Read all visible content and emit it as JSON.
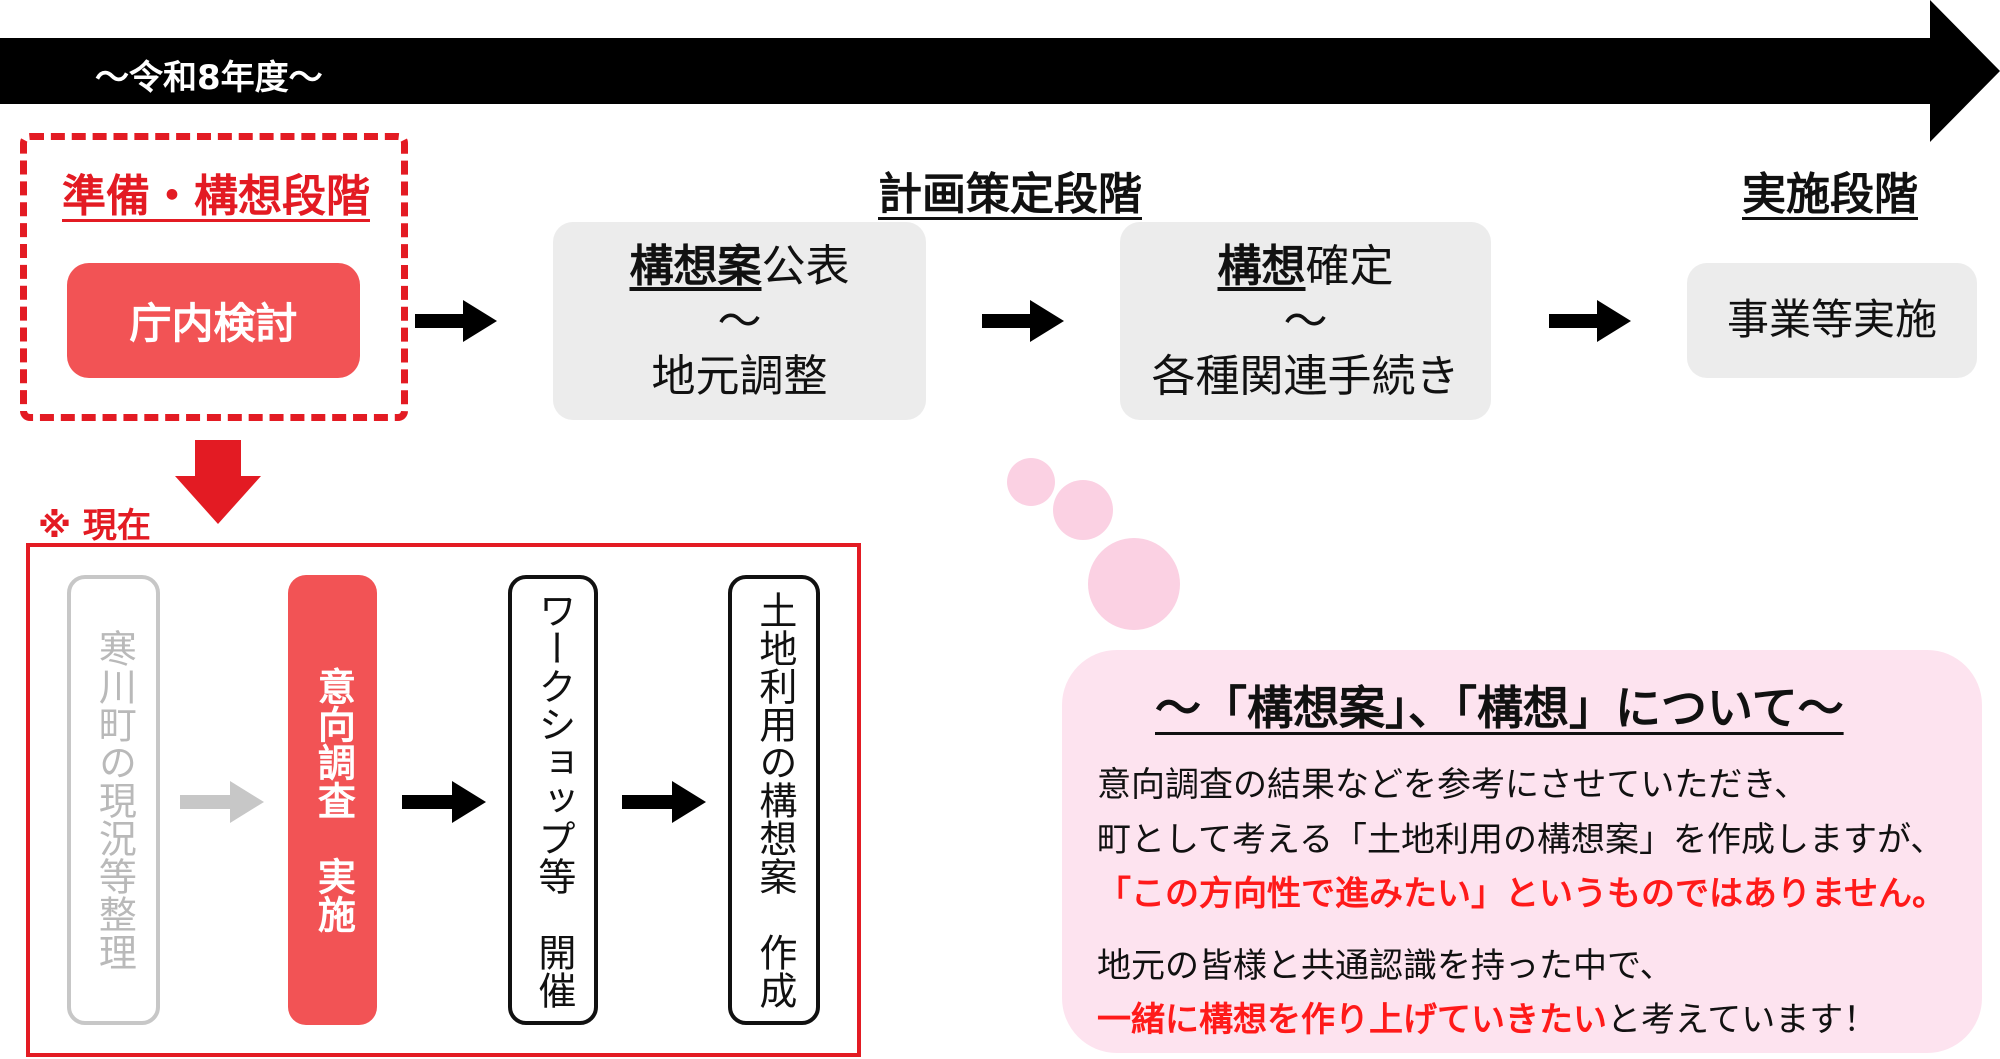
{
  "timeline": {
    "label": "～令和8年度～"
  },
  "stages": {
    "prep_title": "準備・構想段階",
    "plan_title": "計画策定段階",
    "impl_title": "実施段階"
  },
  "prep": {
    "box_label": "庁内検討"
  },
  "plan_box1": {
    "line1_underlined": "構想案",
    "line1_rest": "公表",
    "line2": "～",
    "line3": "地元調整"
  },
  "plan_box2": {
    "line1_underlined": "構想",
    "line1_rest": "確定",
    "line2": "～",
    "line3": "各種関連手続き"
  },
  "impl": {
    "box_label": "事業等実施"
  },
  "current": {
    "label": "※ 現在",
    "steps": [
      "寒川町の現況等整理",
      "意向調査　実施",
      "ワークショップ等　開催",
      "土地利用の構想案　作成"
    ]
  },
  "note": {
    "title": "～「構想案」、「構想」について～",
    "line1": "意向調査の結果などを参考にさせていただき、",
    "line2": "町として考える「土地利用の構想案」を作成しますが、",
    "line3": "「この方向性で進みたい」というものではありません。",
    "line4": "地元の皆様と共通認識を持った中で、",
    "line5_red": "一緒に構想を作り上げていきたい",
    "line5_rest": "と考えています！"
  },
  "colors": {
    "accent_red": "#e31b23",
    "pill_red": "#f25355",
    "grey_box": "#ececec",
    "pink_bubble": "#fde3ef",
    "timeline_black": "#000000",
    "inactive_grey": "#c7c7c7"
  }
}
